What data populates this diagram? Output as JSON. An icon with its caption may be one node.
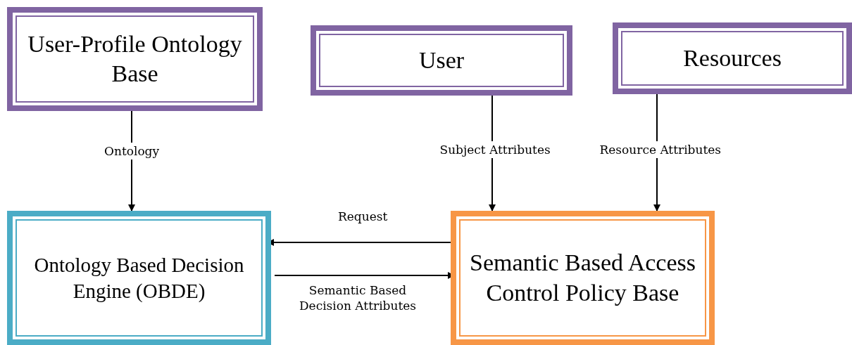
{
  "diagram": {
    "nodes": [
      {
        "text": [
          "User-Profile Ontology Base"
        ]
      },
      {
        "text": [
          "User"
        ]
      },
      {
        "text": [
          "Resources"
        ]
      },
      {
        "text": [
          "Ontology Based Decision Engine (OBDE)"
        ]
      },
      {
        "text": [
          "Semantic Based Access Control Policy Base"
        ]
      }
    ],
    "edges": [
      {
        "from": 0,
        "to": 3,
        "arrow": "to",
        "label": "Ontology"
      },
      {
        "from": 1,
        "to": 4,
        "arrow": "to",
        "label": "Subject Attributes"
      },
      {
        "from": 2,
        "to": 4,
        "arrow": "to",
        "label": "Resource Attributes"
      },
      {
        "from": 4,
        "to": 3,
        "arrow": "to",
        "label": "Request"
      },
      {
        "from": 3,
        "to": 4,
        "arrow": "to",
        "label": "Semantic Based Decision Attributes"
      }
    ]
  }
}
